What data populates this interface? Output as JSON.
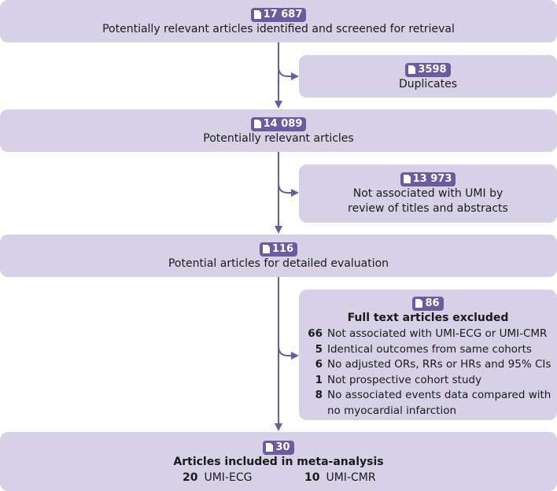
{
  "boxes": {
    "identified": {
      "count": "17 687",
      "text": "Potentially relevant articles identified and screened for retrieval"
    },
    "duplicates": {
      "count": "3598",
      "text": "Duplicates"
    },
    "relevant": {
      "count": "14 089",
      "text": "Potentially relevant articles"
    },
    "not_umi": {
      "count": "13 973",
      "line1": "Not associated with UMI by",
      "line2": "review of titles and abstracts"
    },
    "detailed": {
      "count": "116",
      "text": "Potential articles for detailed evaluation"
    },
    "excluded": {
      "count": "86",
      "title": "Full text articles excluded",
      "items": [
        {
          "n": "66",
          "text": "Not associated with UMI-ECG or UMI-CMR"
        },
        {
          "n": "5",
          "text": "Identical outcomes from same cohorts"
        },
        {
          "n": "6",
          "text": "No adjusted ORs, RRs or HRs and 95% CIs"
        },
        {
          "n": "1",
          "text": "Not prospective cohort study"
        },
        {
          "n": "8",
          "text": "No associated events data compared with",
          "cont": "no myocardial infarction"
        }
      ]
    },
    "included": {
      "count": "30",
      "title": "Articles included in meta-analysis",
      "parts": [
        {
          "n": "20",
          "label": "UMI-ECG"
        },
        {
          "n": "10",
          "label": "UMI-CMR"
        }
      ]
    }
  },
  "colors": {
    "box": "#d6d1e6",
    "badge": "#6b5ba1",
    "arrow": "#6b5ba1"
  },
  "icons": {
    "badge_icon": "document-icon"
  }
}
